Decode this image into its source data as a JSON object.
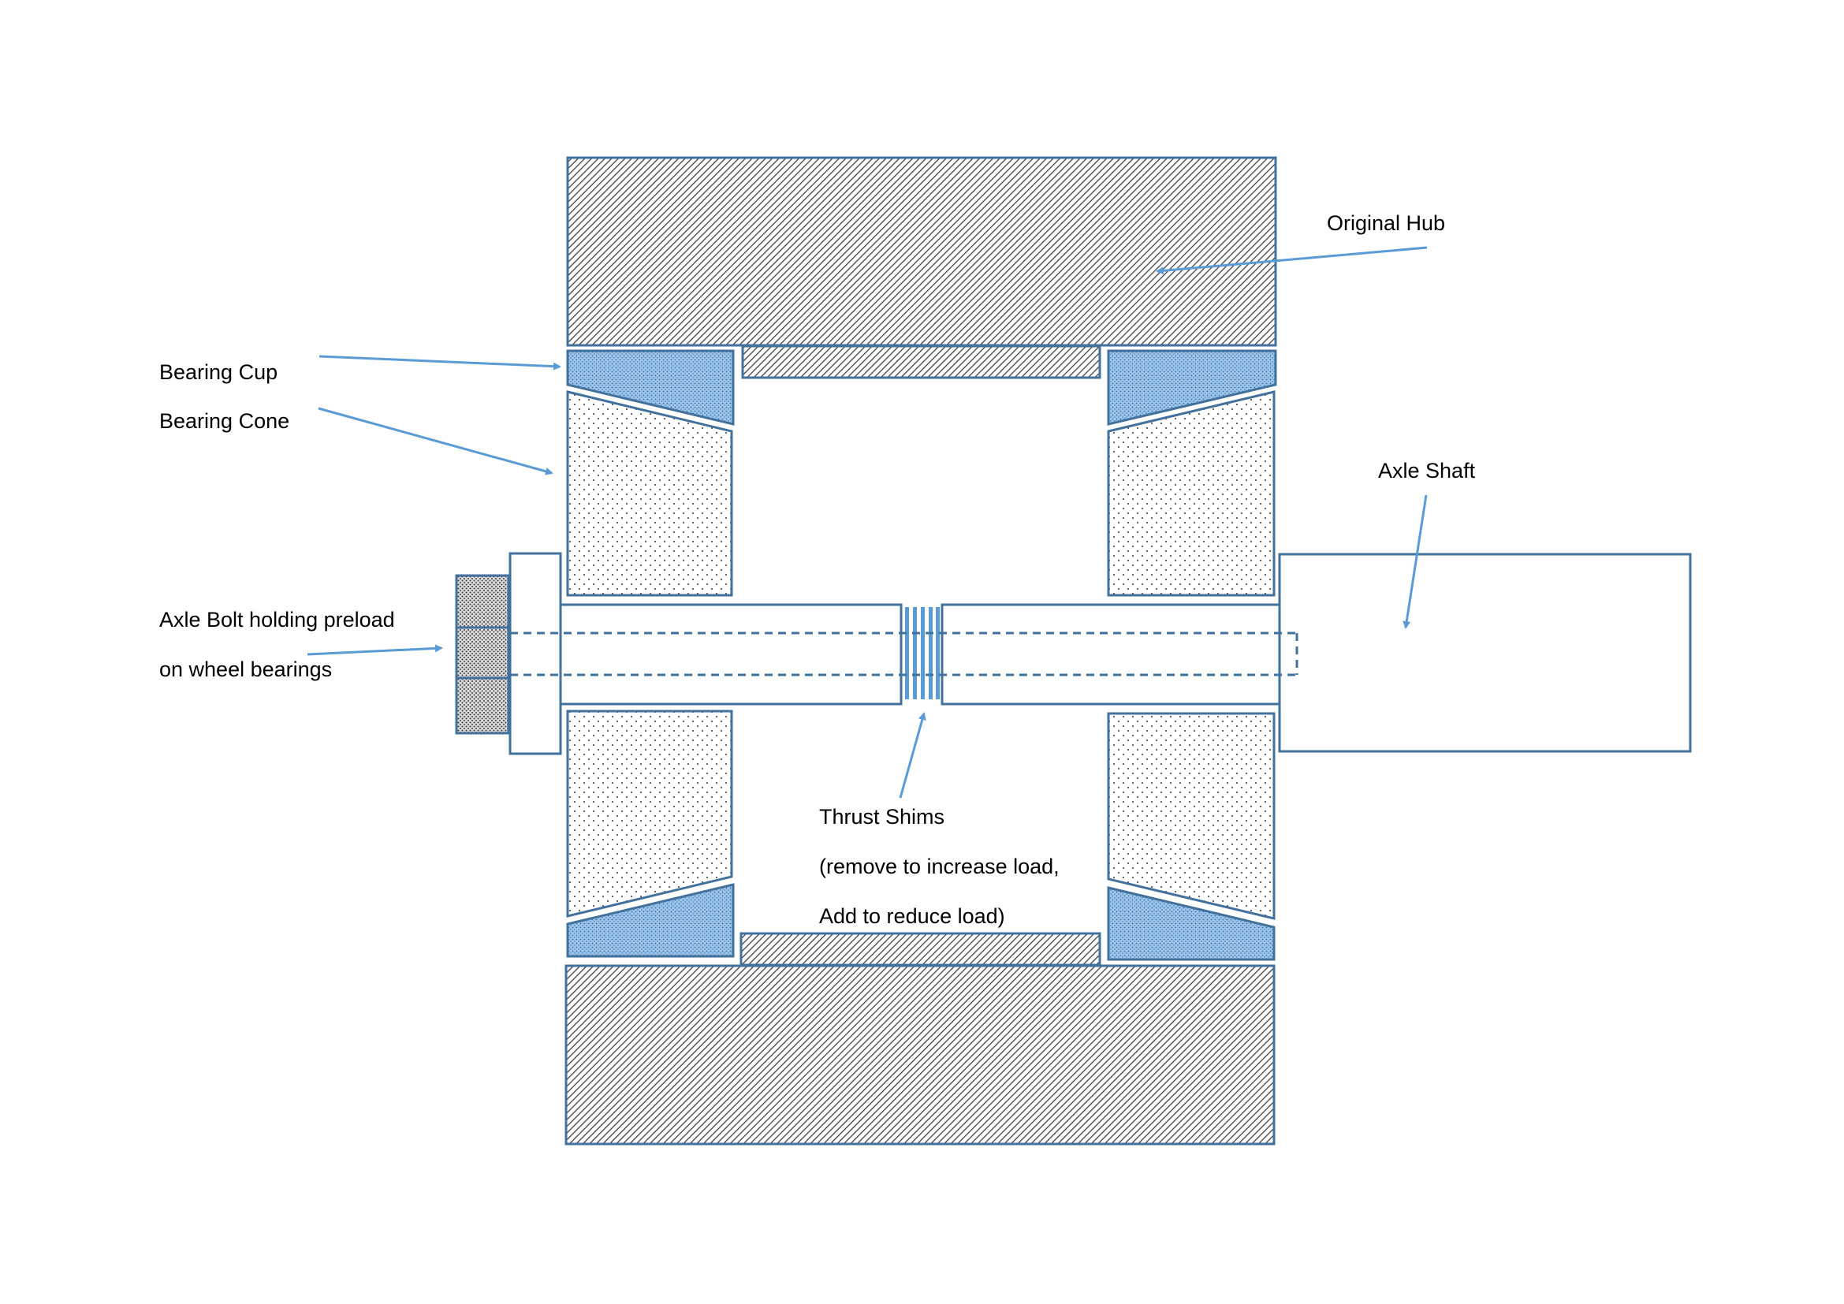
{
  "labels": {
    "original_hub": "Original Hub",
    "bearing_cup": "Bearing Cup",
    "bearing_cone": "Bearing Cone",
    "axle_shaft": "Axle Shaft",
    "axle_bolt_line1": "Axle Bolt holding preload",
    "axle_bolt_line2": "on wheel bearings",
    "thrust_shims_line1": "Thrust Shims",
    "thrust_shims_line2": "(remove to increase load,",
    "thrust_shims_line3": "Add to reduce load)"
  },
  "colors": {
    "outline": "#41719c",
    "arrow": "#5b9bd5",
    "cup_fill": "#9dc3e6",
    "text": "#000000",
    "background": "#ffffff"
  }
}
